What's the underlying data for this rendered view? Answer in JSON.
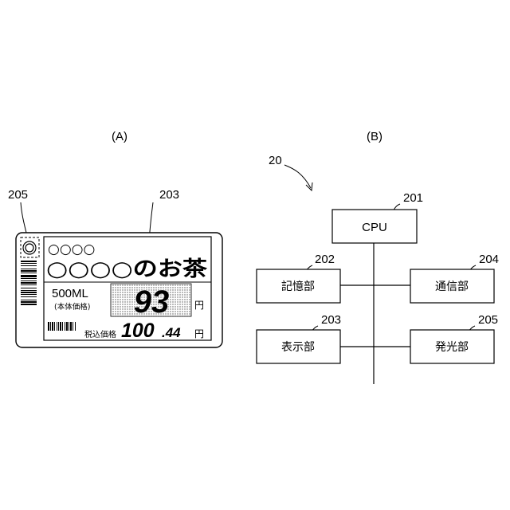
{
  "panel_a": {
    "caption": "(A)",
    "ref_indicator": "205",
    "ref_display": "203",
    "product": {
      "circles_row": "○○○○",
      "name": "○○○○のお茶",
      "volume": "500ML",
      "price_note": "(本体価格)",
      "price_main": "93",
      "currency": "円",
      "tax_label": "税込価格",
      "tax_price_int": "100",
      "tax_price_dec": ".44",
      "tax_currency": "円"
    }
  },
  "panel_b": {
    "caption": "(B)",
    "system_ref": "20",
    "blocks": {
      "cpu": {
        "ref": "201",
        "label": "CPU"
      },
      "storage": {
        "ref": "202",
        "label": "記憶部"
      },
      "comm": {
        "ref": "204",
        "label": "通信部"
      },
      "display": {
        "ref": "203",
        "label": "表示部"
      },
      "light": {
        "ref": "205",
        "label": "発光部"
      }
    }
  }
}
